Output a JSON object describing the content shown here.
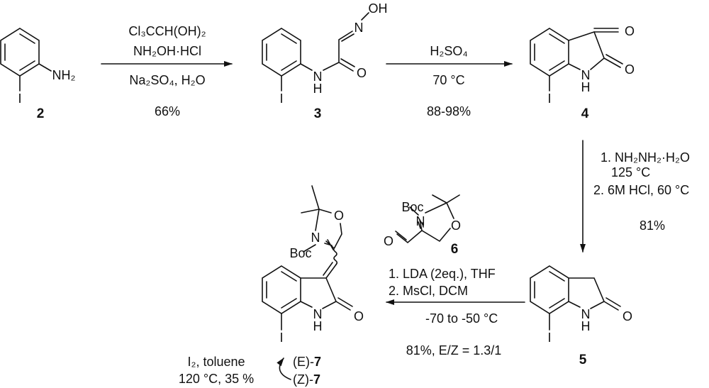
{
  "compounds": {
    "c2": {
      "label": "2",
      "atoms": {
        "amine": "NH₂",
        "iodo": "I"
      }
    },
    "c3": {
      "label": "3",
      "atoms": {
        "nh_n": "N",
        "nh_h": "H",
        "carbonyl_o": "O",
        "oxime_n": "N",
        "oxime_oh": "OH",
        "iodo": "I"
      }
    },
    "c4": {
      "label": "4",
      "atoms": {
        "o1": "O",
        "o2": "O",
        "nh_n": "N",
        "nh_h": "H",
        "iodo": "I"
      }
    },
    "c5": {
      "label": "5",
      "atoms": {
        "o": "O",
        "nh_n": "N",
        "nh_h": "H",
        "iodo": "I"
      }
    },
    "c6": {
      "label": "6",
      "atoms": {
        "boc": "Boc",
        "n": "N",
        "ring_o": "O",
        "ald_o": "O"
      }
    },
    "c7": {
      "atoms": {
        "boc": "Boc",
        "n": "N",
        "ring_o": "O",
        "o": "O",
        "nh_n": "N",
        "nh_h": "H",
        "iodo": "I"
      }
    }
  },
  "steps": {
    "step1": {
      "above": [
        "Cl₃CCH(OH)₂",
        "NH₂OH·HCl"
      ],
      "below": [
        "Na₂SO₄, H₂O"
      ],
      "yield": "66%"
    },
    "step2": {
      "above": [
        "H₂SO₄"
      ],
      "below": [
        "70 °C"
      ],
      "yield": "88-98%"
    },
    "step3": {
      "lines": [
        "1. NH₂NH₂·H₂O",
        "125 °C",
        "2. 6M HCl, 60 °C"
      ],
      "yield": "81%"
    },
    "step4": {
      "above": [
        "1. LDA (2eq.), THF",
        "2. MsCl, DCM"
      ],
      "below": [
        "-70 to -50 °C"
      ],
      "yield": "81%, E/Z = 1.3/1"
    },
    "isomerization": {
      "conditions": [
        "I₂, toluene",
        "120 °C, 35 %"
      ],
      "e_isomer": "(E)-",
      "z_isomer": "(Z)-",
      "compound": "7"
    }
  }
}
